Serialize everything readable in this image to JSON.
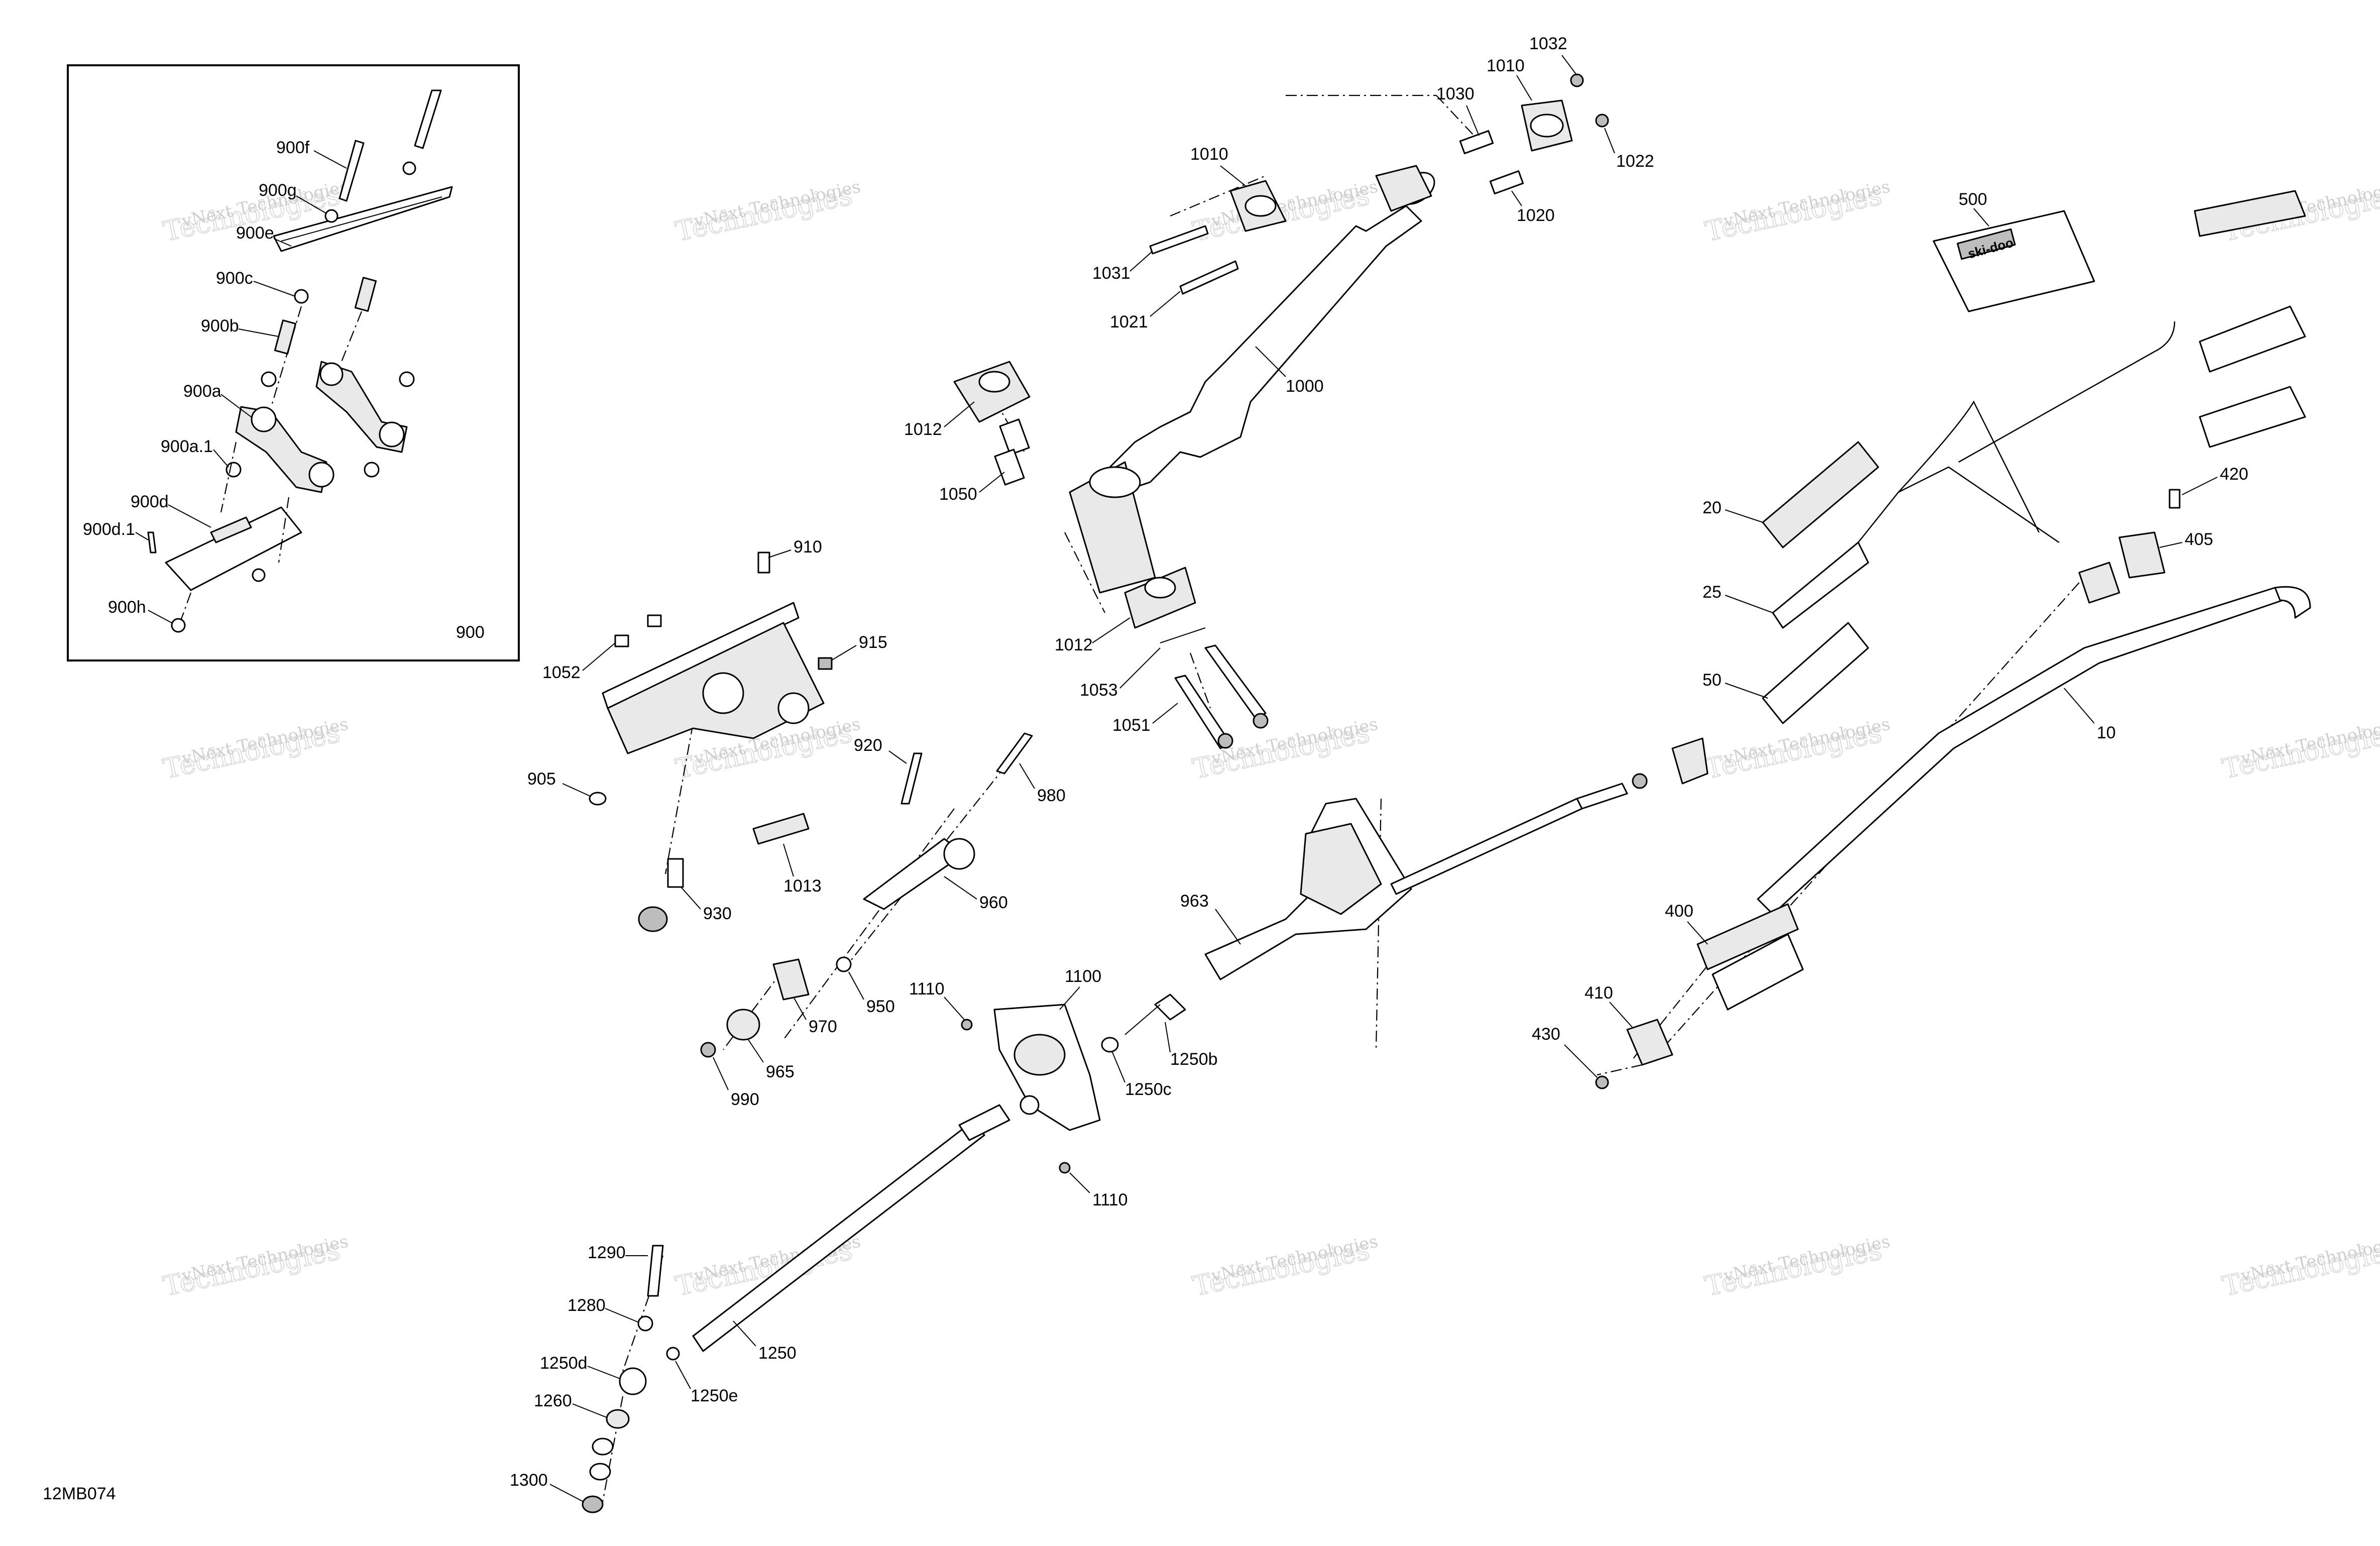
{
  "diagram": {
    "drawing_code": "12MB074",
    "inset": {
      "title": "900"
    },
    "watermark": {
      "line1": "vNext Technologies",
      "line2": "Technologies",
      "over": "vNext"
    },
    "brand_mark": "ski-doo",
    "callouts": {
      "c1032": "1032",
      "c1010a": "1010",
      "c1030": "1030",
      "c1010b": "1010",
      "c1022": "1022",
      "c1020": "1020",
      "c1031": "1031",
      "c1021": "1021",
      "c1000": "1000",
      "c1012a": "1012",
      "c1050": "1050",
      "c1012b": "1012",
      "c1053": "1053",
      "c1051": "1051",
      "c910": "910",
      "c915": "915",
      "c1052": "1052",
      "c905": "905",
      "c920": "920",
      "c980": "980",
      "c1013": "1013",
      "c930": "930",
      "c960": "960",
      "c963": "963",
      "c970": "970",
      "c950": "950",
      "c965": "965",
      "c990": "990",
      "c1110a": "1110",
      "c1100": "1100",
      "c1250b": "1250b",
      "c1250c": "1250c",
      "c1110b": "1110",
      "c1290": "1290",
      "c1280": "1280",
      "c1250": "1250",
      "c1250d": "1250d",
      "c1250e": "1250e",
      "c1260": "1260",
      "c1300": "1300",
      "c500": "500",
      "c20": "20",
      "c25": "25",
      "c50": "50",
      "c420": "420",
      "c405": "405",
      "c10": "10",
      "c400": "400",
      "c410": "410",
      "c430": "430",
      "c900f": "900f",
      "c900g": "900g",
      "c900e": "900e",
      "c900c": "900c",
      "c900b": "900b",
      "c900a": "900a",
      "c900a1": "900a.1",
      "c900d": "900d",
      "c900d1": "900d.1",
      "c900h": "900h"
    }
  }
}
